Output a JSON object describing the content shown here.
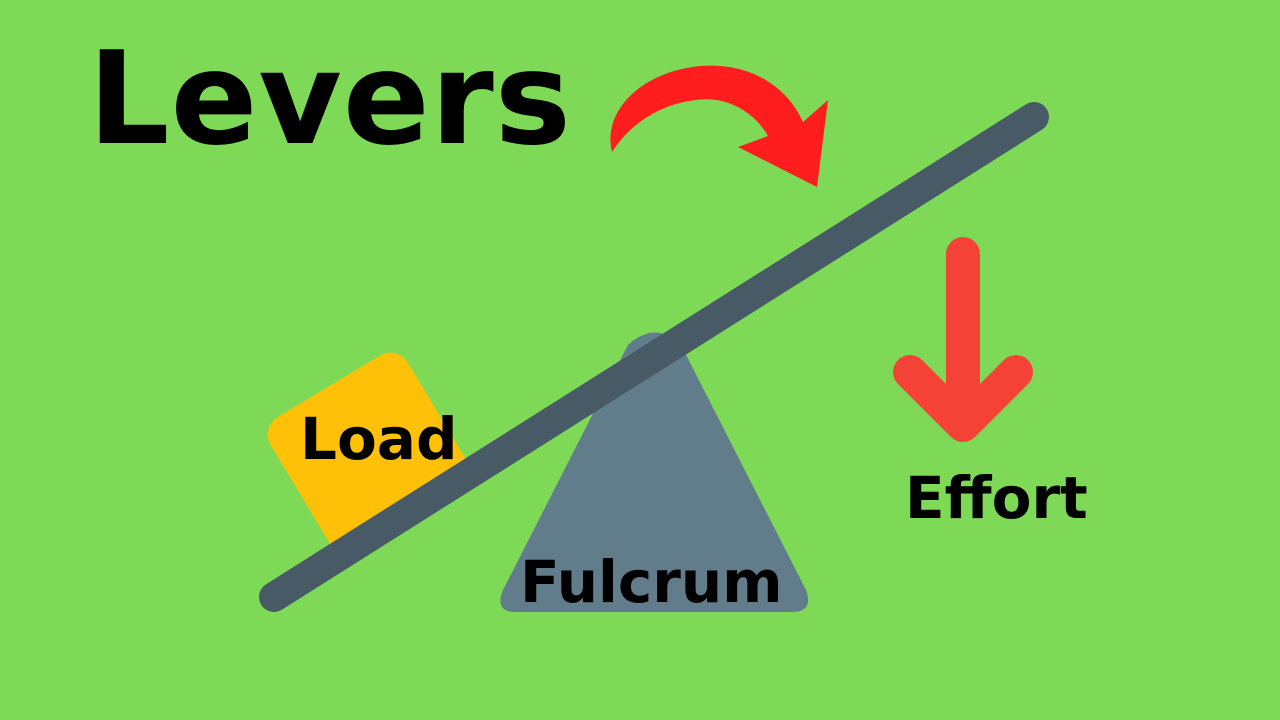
{
  "title": "Levers",
  "labels": {
    "load": "Load",
    "fulcrum": "Fulcrum",
    "effort": "Effort"
  },
  "icons": {
    "rotation_arrow": "curved-arrow-icon",
    "effort_arrow": "arrow-down-icon"
  },
  "colors": {
    "background": "#7ed957",
    "beam": "#475a66",
    "fulcrum": "#617d8b",
    "load": "#ffc107",
    "arrow_curved": "#ff1d1d",
    "arrow_effort": "#f44336",
    "text": "#000000"
  }
}
